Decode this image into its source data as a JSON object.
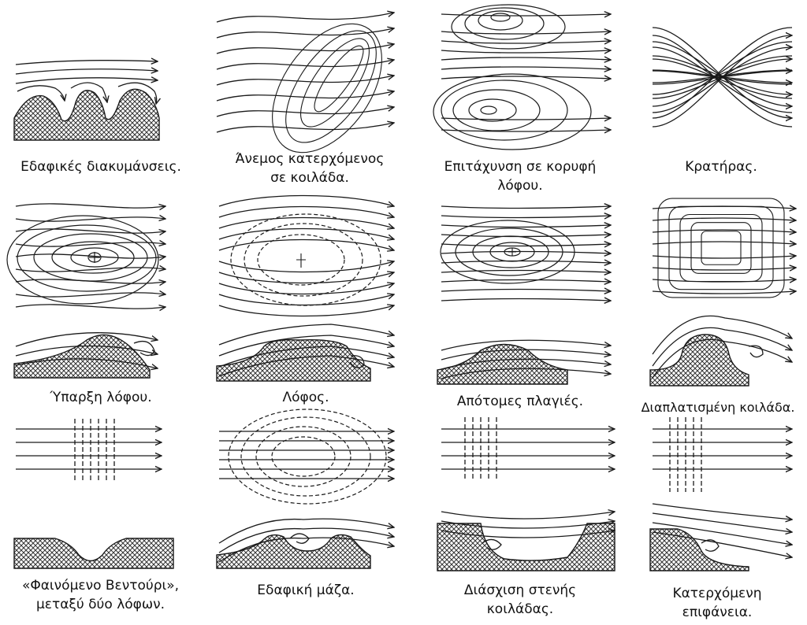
{
  "captions": [
    {
      "id": "terrain-undulations",
      "lines": [
        "Εδαφικές διακυμάνσεις."
      ]
    },
    {
      "id": "valley-descending-wind",
      "lines": [
        "Άνεμος κατερχόμενος",
        "σε κοιλάδα."
      ]
    },
    {
      "id": "hilltop-acceleration",
      "lines": [
        "Επιτάχυνση σε κορυφή",
        "λόφου."
      ]
    },
    {
      "id": "crater",
      "lines": [
        "Κρατήρας."
      ]
    },
    {
      "id": "hill-presence",
      "lines": [
        "Ύπαρξη λόφου."
      ]
    },
    {
      "id": "hill",
      "lines": [
        "Λόφος."
      ]
    },
    {
      "id": "steep-slopes",
      "lines": [
        "Απότομες πλαγιές."
      ]
    },
    {
      "id": "wide-valley",
      "lines": [
        "Διαπλατισμένη κοιλάδα."
      ]
    },
    {
      "id": "venturi",
      "lines": [
        "«Φαινόμενο Βεντούρι»,",
        "μεταξύ δύο λόφων."
      ]
    },
    {
      "id": "ground-mass",
      "lines": [
        "Εδαφική μάζα."
      ]
    },
    {
      "id": "narrow-gorge",
      "lines": [
        "Διάσχιση στενής",
        "κοιλάδας."
      ]
    },
    {
      "id": "descending-surface",
      "lines": [
        "Κατερχόμενη",
        "επιφάνεια."
      ]
    }
  ],
  "style": {
    "ink": "#1a1a1a",
    "hatch": "#3a3a3a"
  }
}
